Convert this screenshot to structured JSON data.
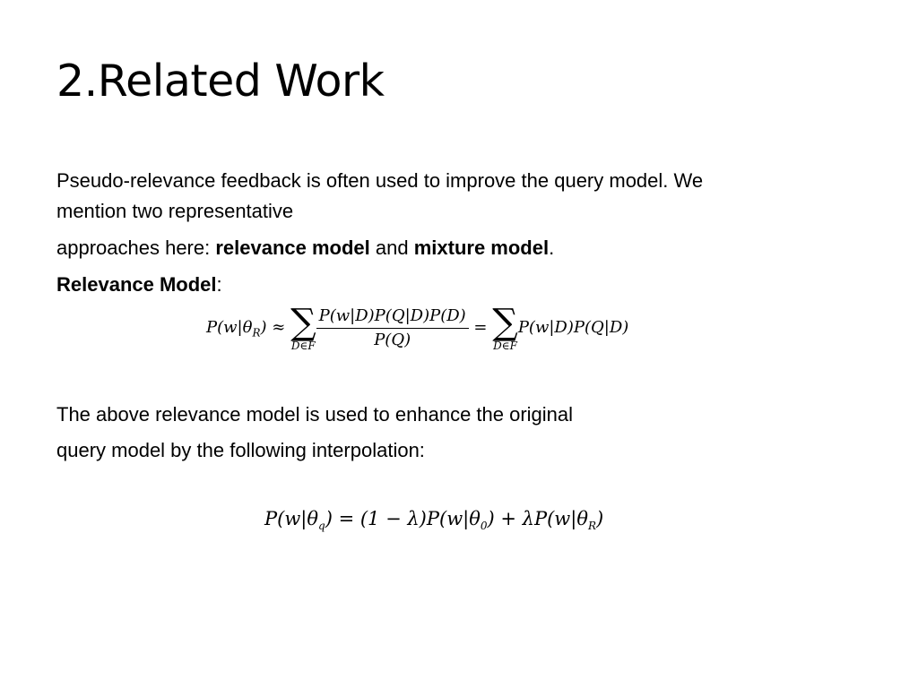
{
  "slide": {
    "title": "2.Related Work",
    "para1_line1": "Pseudo-relevance feedback is often used to improve the query model. We",
    "para1_line2": "mention two representative",
    "para2_prefix": "approaches here: ",
    "para2_bold1": "relevance model",
    "para2_mid": " and ",
    "para2_bold2": "mixture model",
    "para2_suffix": ".",
    "relevance_heading": "Relevance Model",
    "relevance_heading_suffix": ":",
    "para3_line1": "The above relevance model is used to enhance the original",
    "para3_line2": "query model by the following interpolation:"
  },
  "equation1": {
    "lhs": "P(w|θ",
    "lhs_sub": "R",
    "lhs_close": ") ≈",
    "sum1_sub": "D∈F",
    "frac_num": "P(w|D)P(Q|D)P(D)",
    "frac_den": "P(Q)",
    "equals": "=",
    "sum2_sub": "D∈F",
    "rhs": "P(w|D)P(Q|D)"
  },
  "equation2": {
    "lhs": "P(w|θ",
    "lhs_sub": "q",
    "lhs_close": ")",
    "mid": " = (1 − λ)P(w|θ",
    "mid_sub": "0",
    "mid_close": ") + λP(w|θ",
    "rhs_sub": "R",
    "rhs_close": ")"
  }
}
